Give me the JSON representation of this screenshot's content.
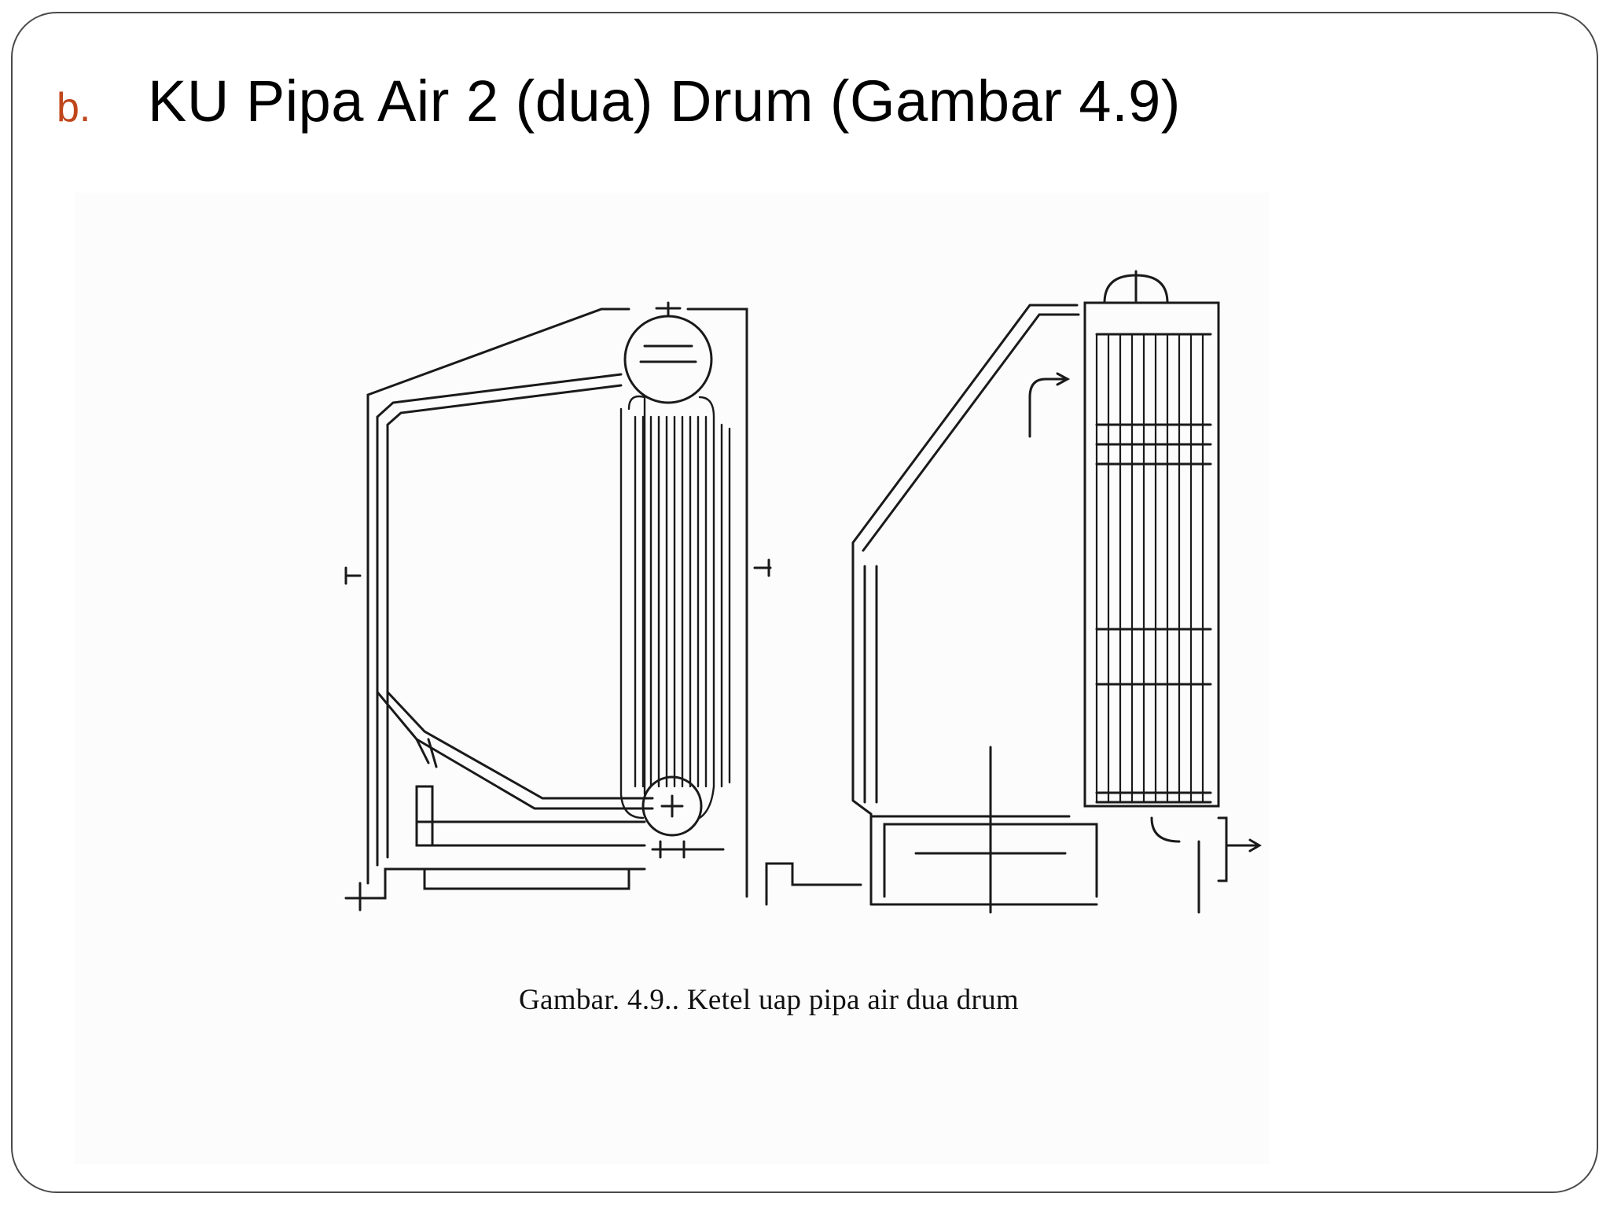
{
  "slide": {
    "bullet": "b.",
    "title": "KU Pipa Air 2 (dua) Drum (Gambar 4.9)",
    "accent_color": "#c0461c"
  },
  "figure": {
    "caption": "Gambar. 4.9.. Ketel uap pipa air dua drum"
  }
}
